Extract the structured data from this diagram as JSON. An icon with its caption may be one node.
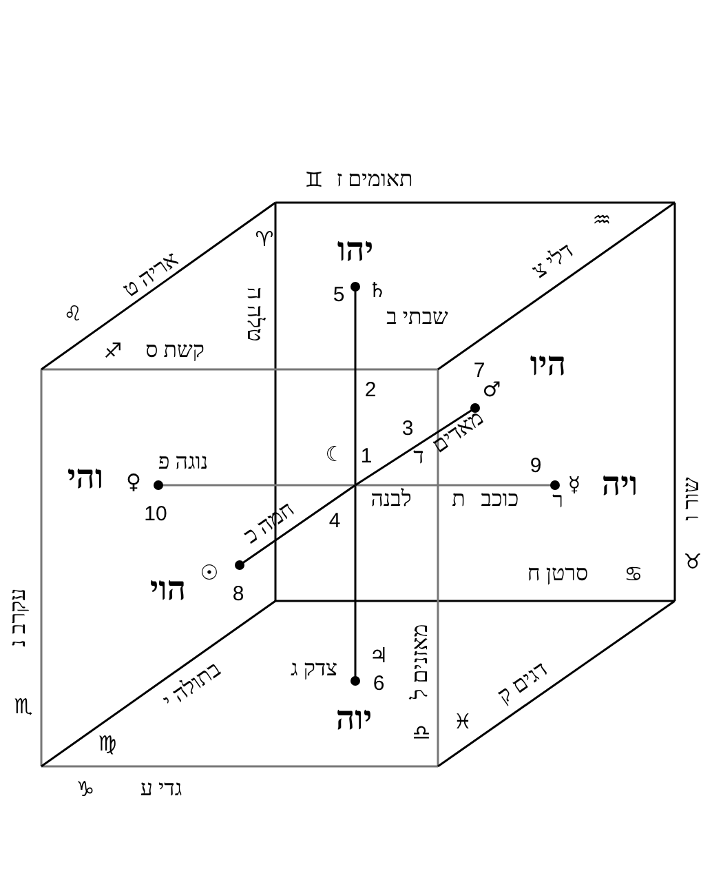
{
  "diagram": {
    "labels": [
      "♊",
      "תאומים ז",
      "♒",
      "♌",
      "אריה ט",
      "♈",
      "טלה ה",
      "יהו",
      "5",
      "♄",
      "דלי צ",
      "שבתי ב",
      "♐",
      "קשת ס",
      "היו",
      "2",
      "7",
      "♂",
      "3",
      "מאדים",
      "☾",
      "1",
      "ד",
      "נוגה פ",
      "והי",
      "♀",
      "9",
      "☿",
      "ויה",
      "10",
      "לבנה",
      "ת",
      "כוכב",
      "ר",
      "חמה כ",
      "4",
      "עקרב נ",
      "שור ו",
      "♉",
      "☉",
      "8",
      "סרטן ח",
      "♋",
      "הוי",
      "מאזנים ל",
      "♎",
      "צדק ג",
      "♃",
      "6",
      "בתולה י",
      "דגים ק",
      "♏",
      "יוה",
      "♓",
      "♍",
      "♑",
      "גדי ע"
    ]
  }
}
